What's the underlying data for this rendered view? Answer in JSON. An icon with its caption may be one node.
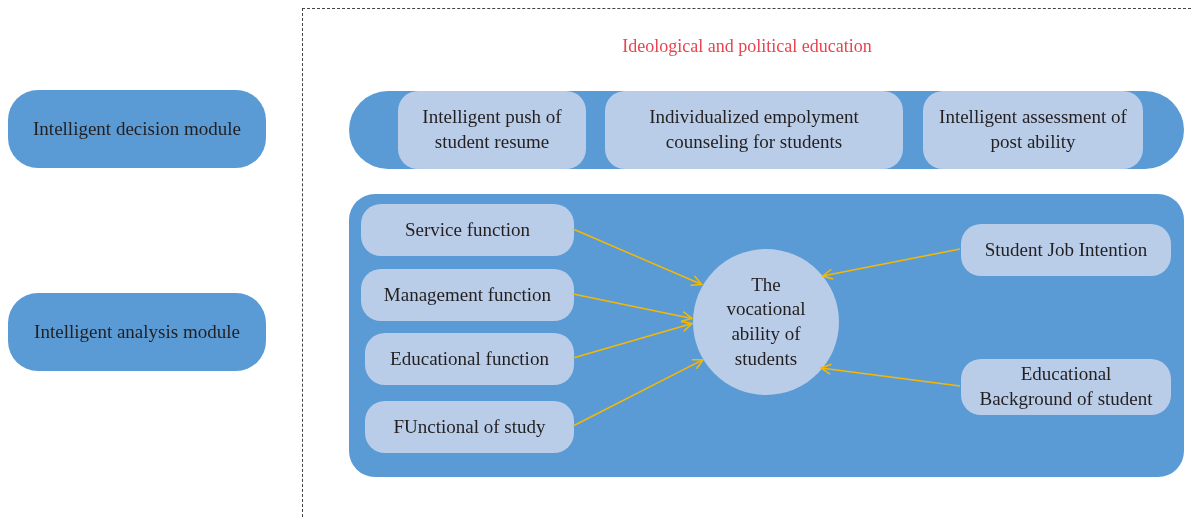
{
  "diagram": {
    "nodes": [
      {
        "text": [
          "Intelligent decision module"
        ]
      },
      {
        "text": [
          "Intelligent analysis module"
        ]
      },
      {
        "text": [
          "Ideological and political education"
        ]
      },
      {
        "text": [],
        "shape": "box",
        "in": 2
      },
      {
        "text": [
          "Intelligent push of student resume"
        ],
        "in": 3
      },
      {
        "text": [
          "Individualized empolyment counseling for students"
        ],
        "in": 3
      },
      {
        "text": [
          "Intelligent assessment of post ability"
        ],
        "in": 3
      },
      {
        "text": [],
        "shape": "box",
        "in": 2
      },
      {
        "text": [
          "Service function"
        ],
        "in": 7
      },
      {
        "text": [
          "Management function"
        ],
        "in": 7
      },
      {
        "text": [
          "Educational function"
        ],
        "in": 7
      },
      {
        "text": [
          "FUnctional of study"
        ],
        "in": 7
      },
      {
        "text": [
          "The vocational ability of students"
        ],
        "in": 7
      },
      {
        "text": [
          "Student Job Intention"
        ],
        "in": 7
      },
      {
        "text": [
          "Educational Background of student"
        ],
        "in": 7
      }
    ],
    "edges": [
      {
        "from": 8,
        "to": 12,
        "arrow": "to"
      },
      {
        "from": 9,
        "to": 12,
        "arrow": "to"
      },
      {
        "from": 10,
        "to": 12,
        "arrow": "to"
      },
      {
        "from": 11,
        "to": 12,
        "arrow": "to"
      },
      {
        "from": 13,
        "to": 12,
        "arrow": "to"
      },
      {
        "from": 14,
        "to": 12,
        "arrow": "to"
      }
    ]
  }
}
